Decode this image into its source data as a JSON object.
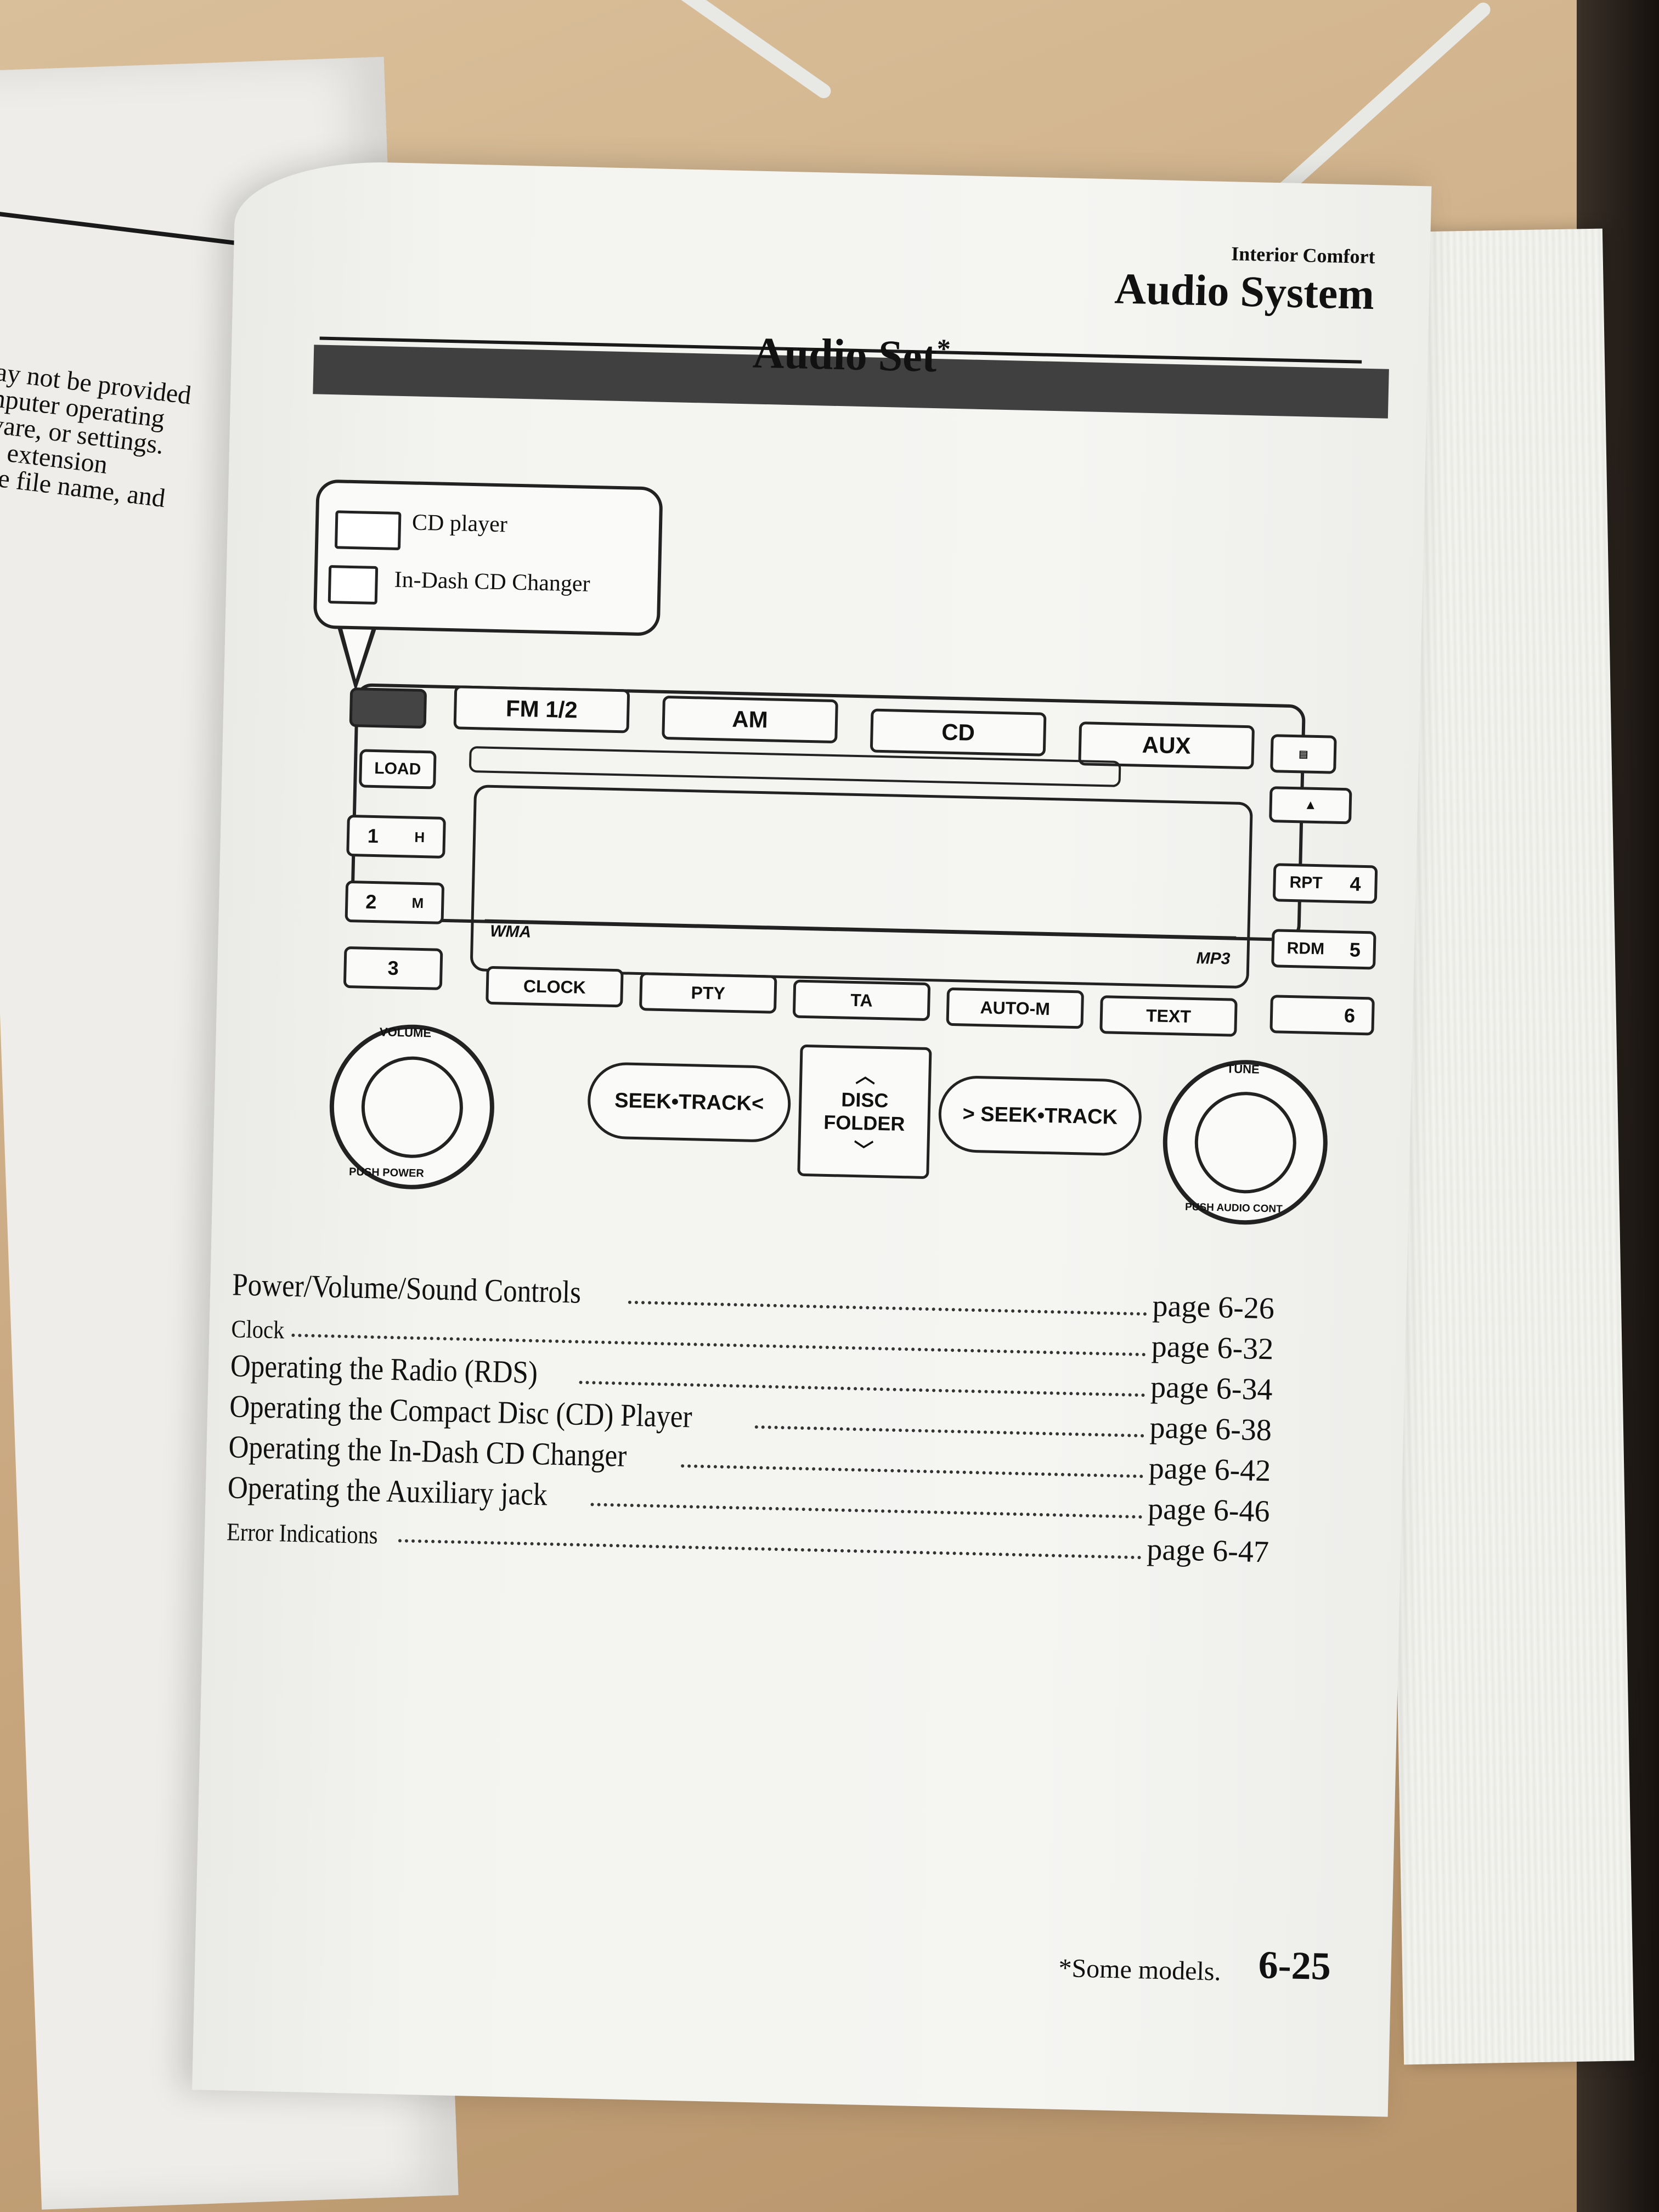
{
  "header": {
    "section": "Interior Comfort",
    "chapter": "Audio System"
  },
  "title": "Audio Set",
  "title_mark": "*",
  "left_page_lines": [
    "may not be provided",
    "omputer operating",
    "ftware, or settings.",
    "file extension",
    "f the file name, and"
  ],
  "callout": {
    "cd_player": "CD player",
    "in_dash_changer": "In-Dash CD Changer"
  },
  "radio": {
    "band_buttons": [
      "FM 1/2",
      "AM",
      "CD",
      "AUX"
    ],
    "load": "LOAD",
    "eject": "▲",
    "presets_left": [
      {
        "num": "1",
        "sub": "H"
      },
      {
        "num": "2",
        "sub": "M"
      },
      {
        "num": "3",
        "sub": ""
      }
    ],
    "presets_right": [
      {
        "label": "RPT",
        "num": "4"
      },
      {
        "label": "RDM",
        "num": "5"
      },
      {
        "label": "",
        "num": "6"
      }
    ],
    "display_left_logo": "WMA",
    "display_right_logo": "MP3",
    "soft_buttons": [
      "CLOCK",
      "PTY",
      "TA",
      "AUTO-M",
      "TEXT"
    ],
    "volume_label": "VOLUME",
    "power_label": "PUSH POWER",
    "tune_label": "TUNE",
    "audio_cont_label": "PUSH AUDIO CONT",
    "seek_left": "SEEK•TRACK<",
    "seek_right": "> SEEK•TRACK",
    "disc_folder_1": "DISC",
    "disc_folder_2": "FOLDER",
    "up_arrow": "︿",
    "down_arrow": "﹀"
  },
  "toc": [
    {
      "name": "Power/Volume/Sound Controls",
      "page": "page 6-26"
    },
    {
      "name": "Clock",
      "page": "page 6-32"
    },
    {
      "name": "Operating the Radio (RDS)",
      "page": "page 6-34"
    },
    {
      "name": "Operating the Compact Disc (CD) Player",
      "page": "page 6-38"
    },
    {
      "name": "Operating the In-Dash CD Changer",
      "page": "page 6-42"
    },
    {
      "name": "Operating the Auxiliary jack",
      "page": "page 6-46"
    },
    {
      "name": "Error Indications",
      "page": "page 6-47"
    }
  ],
  "footer": {
    "note": "*Some models.",
    "page_number": "6-25"
  }
}
